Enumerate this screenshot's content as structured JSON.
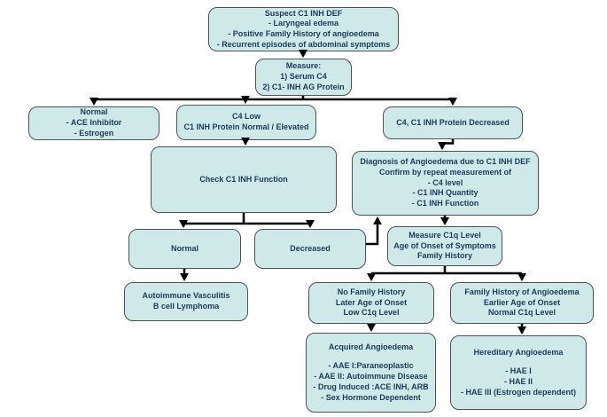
{
  "colors": {
    "background": "#ffffff",
    "node_fill": "#cfe9e9",
    "node_border": "#4d5257",
    "text": "#1b3a5c",
    "connector": "#000000"
  },
  "nodes": {
    "suspect": {
      "lines": [
        "Suspect C1 INH DEF",
        "- Laryngeal edema",
        "- Positive Family History of angioedema",
        "- Recurrent episodes of abdominal symptoms"
      ]
    },
    "measure": {
      "lines": [
        "Measure:",
        "1) Serum C4",
        "2) C1- INH AG Protein"
      ]
    },
    "normal_ace": {
      "lines": [
        "Normal",
        "- ACE Inhibitor",
        "- Estrogen"
      ]
    },
    "c4_low": {
      "lines": [
        "C4 Low",
        "C1 INH Protein Normal / Elevated"
      ]
    },
    "c4_c1_decreased": {
      "lines": [
        "C4, C1 INH Protein Decreased"
      ]
    },
    "check_function": {
      "lines": [
        "Check C1 INH Function"
      ]
    },
    "diagnosis": {
      "lines": [
        "Diagnosis of Angioedema due to C1 INH DEF",
        "Confirm by repeat measurement of",
        "- C4 level",
        "- C1 INH Quantity",
        "- C1 INH Function"
      ]
    },
    "fn_normal": {
      "lines": [
        "Normal"
      ]
    },
    "fn_decreased": {
      "lines": [
        "Decreased"
      ]
    },
    "measure_c1q": {
      "lines": [
        "Measure C1q Level",
        "Age of Onset of Symptoms",
        "Family History"
      ]
    },
    "autoimmune": {
      "lines": [
        "Autoimmune Vasculitis",
        "B cell Lymphoma"
      ]
    },
    "no_family": {
      "lines": [
        "No Family History",
        "Later Age of Onset",
        "Low C1q Level"
      ]
    },
    "family_history": {
      "lines": [
        "Family History of Angioedema",
        "Earlier Age of Onset",
        "Normal C1q Level"
      ]
    },
    "acquired": {
      "lines": [
        "Acquired Angioedema",
        "- AAE I:Paraneoplastic",
        "- AAE II: Autoimmune Disease",
        "- Drug Induced :ACE INH, ARB",
        "- Sex Hormone Dependent"
      ]
    },
    "hereditary": {
      "lines": [
        "Hereditary Angioedema",
        "- HAE I",
        "- HAE II",
        "- HAE III (Estrogen dependent)"
      ]
    }
  }
}
